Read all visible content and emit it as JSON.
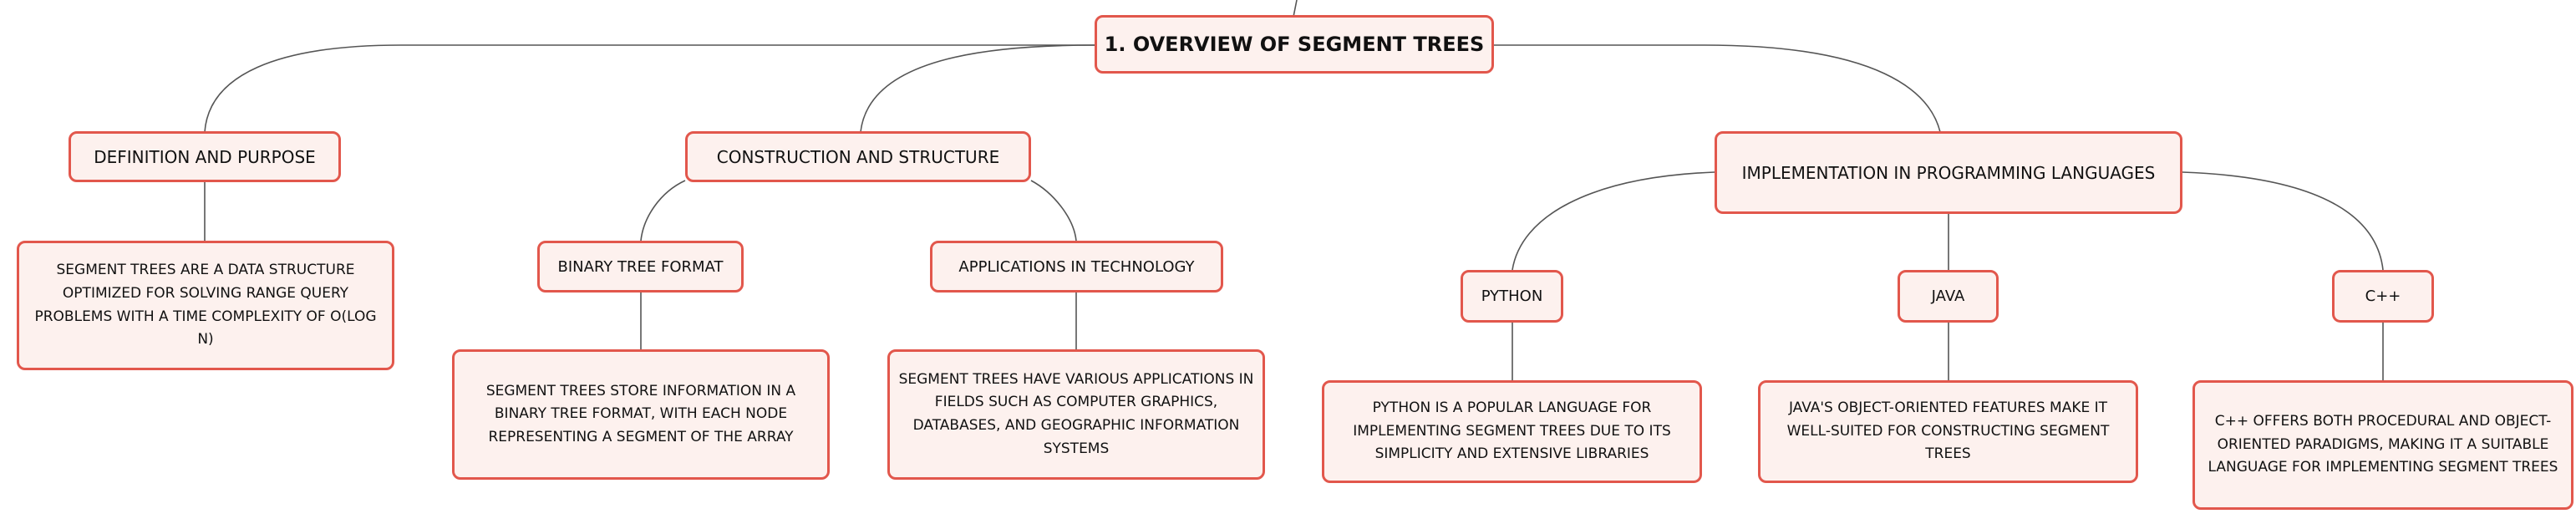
{
  "mindmap": {
    "root": "1. OVERVIEW OF SEGMENT TREES",
    "definition": {
      "title": "DEFINITION AND PURPOSE",
      "detail": "SEGMENT TREES ARE A DATA STRUCTURE OPTIMIZED FOR SOLVING RANGE QUERY PROBLEMS WITH A TIME COMPLEXITY OF O(LOG N)"
    },
    "construction": {
      "title": "CONSTRUCTION AND STRUCTURE",
      "binary": {
        "title": "BINARY TREE FORMAT",
        "detail": "SEGMENT TREES STORE INFORMATION IN A BINARY TREE FORMAT, WITH EACH NODE REPRESENTING A SEGMENT OF THE ARRAY"
      },
      "applications": {
        "title": "APPLICATIONS IN TECHNOLOGY",
        "detail": "SEGMENT TREES HAVE VARIOUS APPLICATIONS IN FIELDS SUCH AS COMPUTER GRAPHICS, DATABASES, AND GEOGRAPHIC INFORMATION SYSTEMS"
      }
    },
    "implementation": {
      "title": "IMPLEMENTATION IN PROGRAMMING LANGUAGES",
      "python": {
        "title": "PYTHON",
        "detail": "PYTHON IS A POPULAR LANGUAGE FOR IMPLEMENTING SEGMENT TREES DUE TO ITS SIMPLICITY AND EXTENSIVE LIBRARIES"
      },
      "java": {
        "title": "JAVA",
        "detail": "JAVA'S OBJECT-ORIENTED FEATURES MAKE IT WELL-SUITED FOR CONSTRUCTING SEGMENT TREES"
      },
      "cpp": {
        "title": "C++",
        "detail": "C++ OFFERS BOTH PROCEDURAL AND OBJECT-ORIENTED PARADIGMS, MAKING IT A SUITABLE LANGUAGE FOR IMPLEMENTING SEGMENT TREES"
      }
    }
  },
  "colors": {
    "border": "#e2574c",
    "fill": "#fdf1ee",
    "connector": "#555555"
  }
}
